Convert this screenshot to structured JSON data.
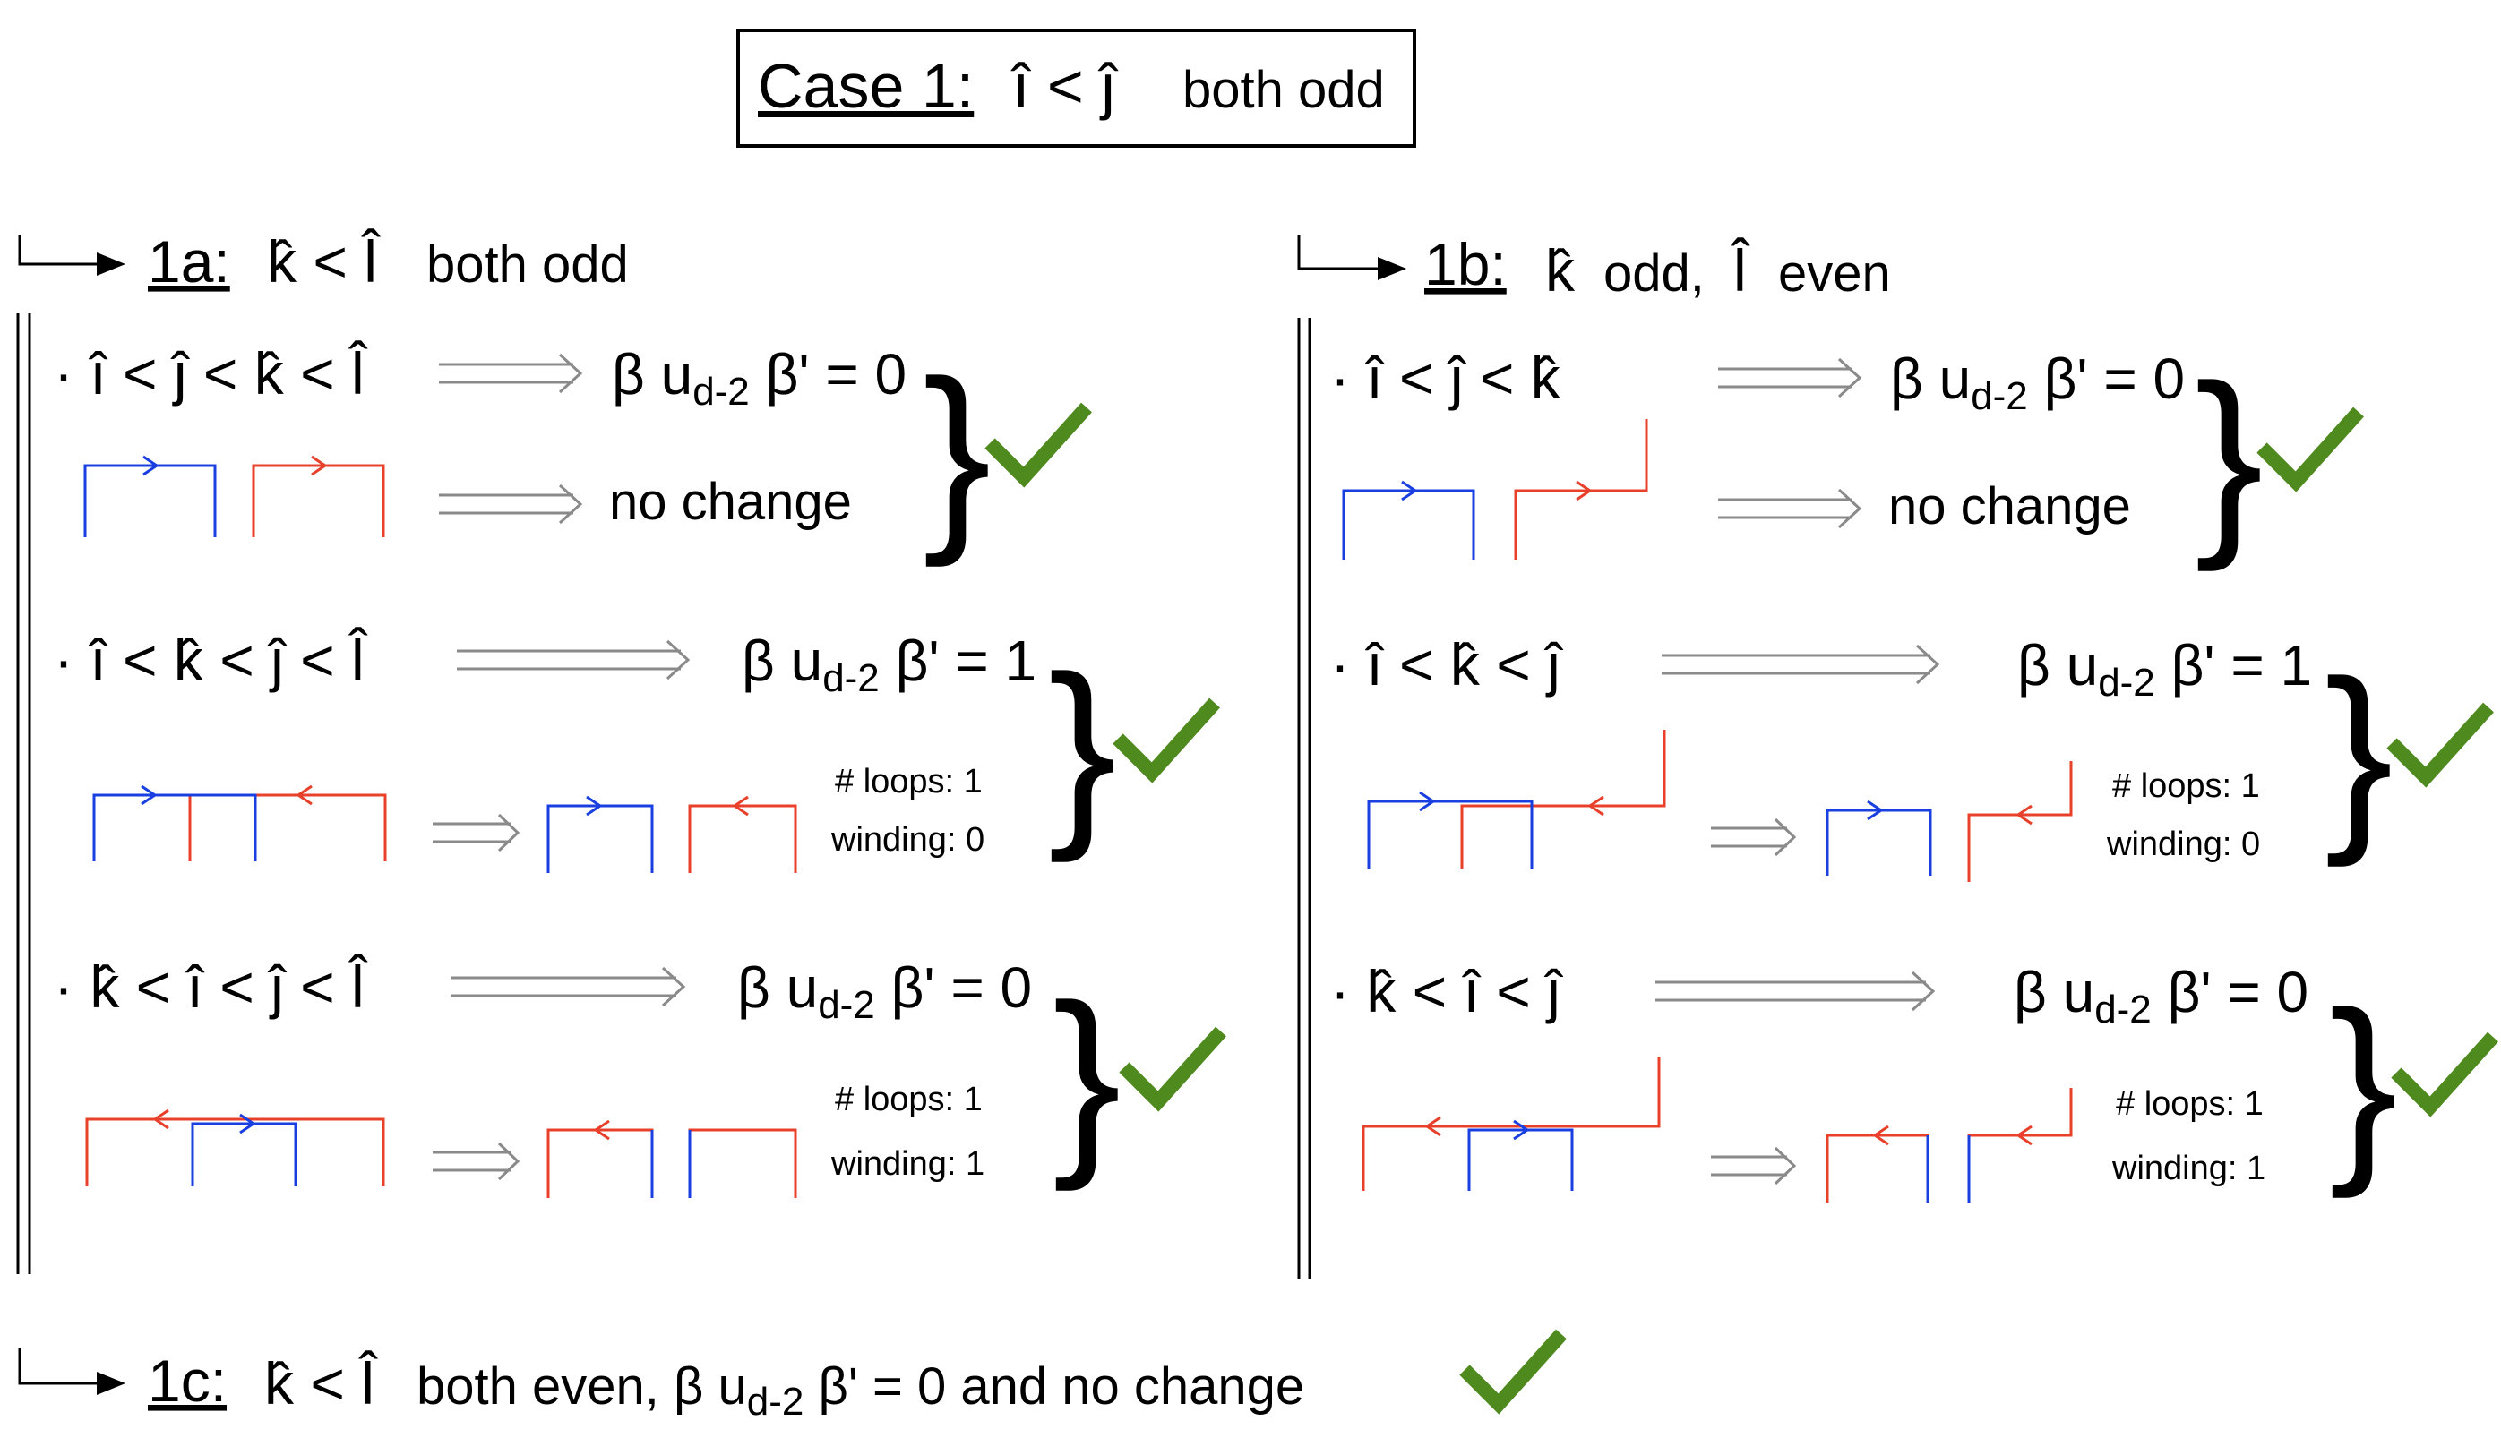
{
  "title": {
    "case_label": "Case 1:",
    "condition": "î < ĵ",
    "parity": "both odd"
  },
  "sections": {
    "a": {
      "label": "1a:",
      "condition": "k̂ < l̂",
      "parity": "both odd",
      "rows": [
        {
          "condition": "· î < ĵ < k̂ < l̂",
          "result": "β u",
          "sub": "d-2",
          "result_tail": "β' = 0",
          "second_line": "no change"
        },
        {
          "condition": "· î < k̂ < ĵ < l̂",
          "result": "β u",
          "sub": "d-2",
          "result_tail": "β' = 1",
          "loops": "# loops: 1",
          "winding": "winding: 0"
        },
        {
          "condition": "· k̂ < î < ĵ < l̂",
          "result": "β u",
          "sub": "d-2",
          "result_tail": "β' = 0",
          "loops": "# loops: 1",
          "winding": "winding: 1"
        }
      ]
    },
    "b": {
      "label": "1b:",
      "condition_k": "k̂",
      "condition_mid": "odd,",
      "condition_l": "l̂",
      "parity": "even",
      "rows": [
        {
          "condition": "· î < ĵ < k̂",
          "result": "β u",
          "sub": "d-2",
          "result_tail": "β' = 0",
          "second_line": "no change"
        },
        {
          "condition": "· î < k̂ < ĵ",
          "result": "β u",
          "sub": "d-2",
          "result_tail": "β' = 1",
          "loops": "# loops: 1",
          "winding": "winding: 0"
        },
        {
          "condition": "· k̂ < î < ĵ",
          "result": "β u",
          "sub": "d-2",
          "result_tail": "β' = 0",
          "loops": "# loops: 1",
          "winding": "winding: 1"
        }
      ]
    },
    "c": {
      "label": "1c:",
      "condition": "k̂ < l̂",
      "text": "both even, β u",
      "sub": "d-2",
      "text_tail": "β' = 0 and no change"
    }
  },
  "colors": {
    "blue": "#1a3fe0",
    "red": "#e8402a",
    "check": "#4f8a1f",
    "arrow": "#8a8a8a"
  }
}
